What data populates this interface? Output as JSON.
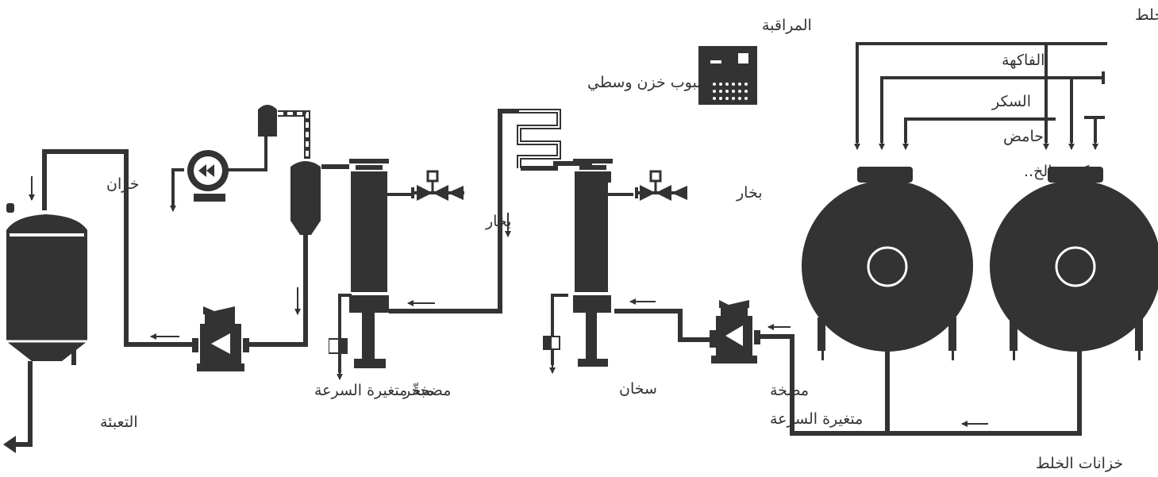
{
  "colors": {
    "equipment": "#333333",
    "background": "#ffffff"
  },
  "labels": {
    "feed_pipes": "أنابيب التغذية لخزاني الخلط",
    "monitoring": "المراقبة",
    "fruit": "الفاكهة",
    "sugar": "السكر",
    "acid": "حامض",
    "pectin": "بكتين، إلخ..",
    "buffer_pipe": "أنبوب خزن وسطي",
    "steam_heater": "بخار",
    "steam_evaporator": "بخار",
    "tank": "خزان",
    "filling": "التعبئة",
    "pump_left": "مضخة متغيرة السرعة",
    "evaporator": "مبخّر",
    "heater": "سخان",
    "pump_right_1": "مضخة",
    "pump_right_2": "متغيرة السرعة",
    "mixing_tanks": "خزانات الخلط"
  },
  "icons": [
    "mixing-tank-icon",
    "pump-icon",
    "vacuum-pump-icon",
    "valve-icon",
    "control-panel-icon",
    "heat-exchanger-icon",
    "separator-vessel-icon",
    "storage-tank-icon"
  ]
}
